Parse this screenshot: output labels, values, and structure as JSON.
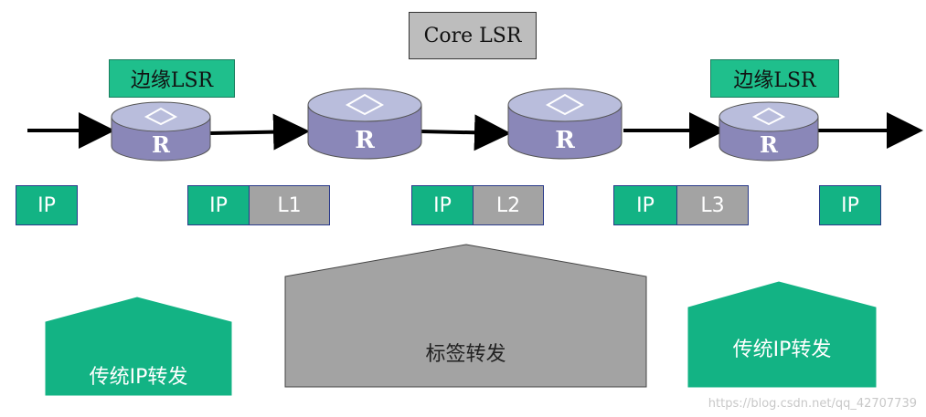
{
  "core_label": "Core LSR",
  "edge_label_left": "边缘LSR",
  "edge_label_right": "边缘LSR",
  "router_letter": "R",
  "packets": {
    "p1": {
      "ip": "IP"
    },
    "p2": {
      "ip": "IP",
      "label": "L1"
    },
    "p3": {
      "ip": "IP",
      "label": "L2"
    },
    "p4": {
      "ip": "IP",
      "label": "L3"
    },
    "p5": {
      "ip": "IP"
    }
  },
  "stages": {
    "left": "传统IP转发",
    "center": "标签转发",
    "right": "传统IP转发"
  },
  "watermark": "https://blog.csdn.net/qq_42707739",
  "colors": {
    "green": "#13b384",
    "gray": "#a3a3a3",
    "router_body": "#8a87b8",
    "router_top": "#b9bddc"
  }
}
